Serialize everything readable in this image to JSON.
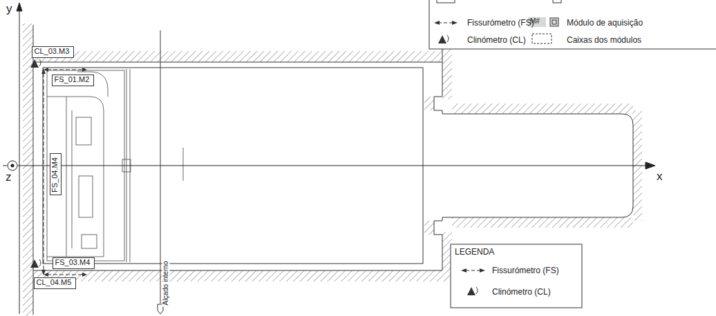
{
  "diagram": {
    "nodes": [
      {
        "text": [
          "CL_03.M3"
        ]
      },
      {
        "text": [
          "FS_01.M2"
        ]
      },
      {
        "text": [
          "FS_04.M4"
        ]
      },
      {
        "text": [
          "FS_03.M4"
        ]
      },
      {
        "text": [
          "CL_04.M5"
        ]
      }
    ],
    "labels": [
      "y",
      "z",
      "x",
      "M#",
      "Alçado interno",
      "LEGENDA"
    ],
    "legend": [
      {
        "text": "Fissurómetro (FS)"
      },
      {
        "text": "Módulo de aquisição"
      },
      {
        "text": "Clinómetro (CL)"
      },
      {
        "text": "Caixas dos módulos"
      },
      {
        "text": "Fissurómetro (FS)"
      },
      {
        "text": "Clinómetro (CL)"
      }
    ]
  }
}
